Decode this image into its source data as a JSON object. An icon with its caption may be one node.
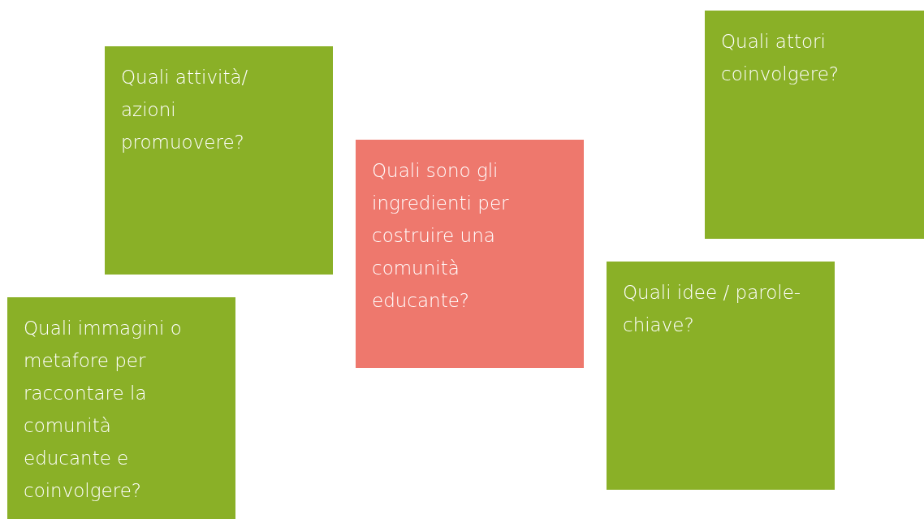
{
  "diagram": {
    "nodes": [
      {
        "text": [
          "Quali attori coinvolgere?"
        ]
      },
      {
        "text": [
          "Quali attività/ azioni promuovere?"
        ]
      },
      {
        "text": [
          "Quali sono gli ingredienti per costruire una comunità educante?"
        ]
      },
      {
        "text": [
          "Quali idee / parole-chiave?"
        ]
      },
      {
        "text": [
          "Quali immagini o metafore per raccontare la comunità educante e coinvolgere?"
        ]
      }
    ]
  }
}
